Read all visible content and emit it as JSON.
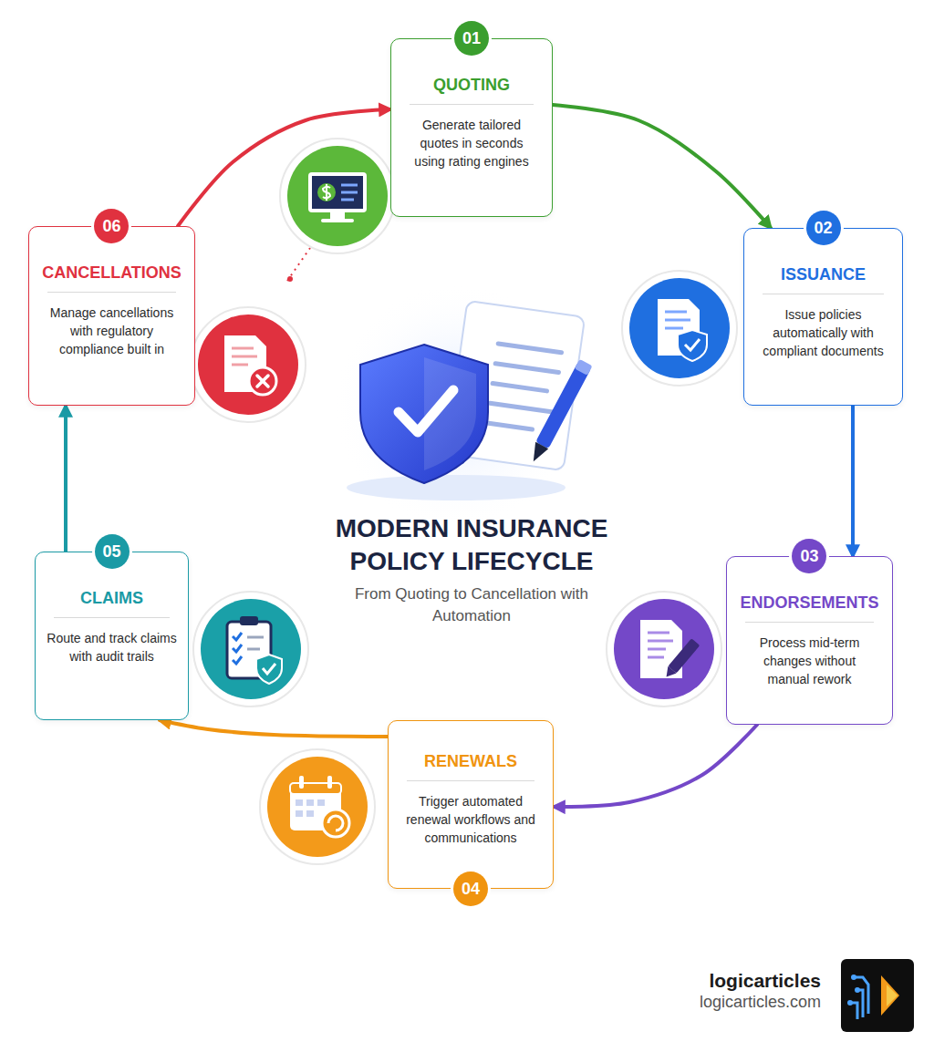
{
  "diagram": {
    "title": "MODERN INSURANCE POLICY LIFECYCLE",
    "caption": "From Quoting to Cancellation with Automation",
    "nodes": [
      {
        "text": [
          "01",
          "QUOTING",
          "Generate tailored quotes in seconds using rating engines"
        ]
      },
      {
        "text": [
          "02",
          "ISSUANCE",
          "Issue policies automatically with compliant documents"
        ]
      },
      {
        "text": [
          "03",
          "ENDORSEMENTS",
          "Process mid-term changes without manual rework"
        ]
      },
      {
        "text": [
          "04",
          "RENEWALS",
          "Trigger automated renewal workflows and communications"
        ]
      },
      {
        "text": [
          "05",
          "CLAIMS",
          "Route and track claims with audit trails"
        ]
      },
      {
        "text": [
          "06",
          "CANCELLATIONS",
          "Manage cancellations with regulatory compliance built in"
        ]
      }
    ],
    "edges": [
      {
        "from": 0,
        "to": 1,
        "arrow": "to"
      },
      {
        "from": 1,
        "to": 2,
        "arrow": "to"
      },
      {
        "from": 2,
        "to": 3,
        "arrow": "to"
      },
      {
        "from": 3,
        "to": 4,
        "arrow": "to"
      },
      {
        "from": 4,
        "to": 5,
        "arrow": "to"
      },
      {
        "from": 5,
        "to": 0,
        "arrow": "to"
      }
    ],
    "labels": [
      "logicarticles",
      "logicarticles.com"
    ]
  }
}
